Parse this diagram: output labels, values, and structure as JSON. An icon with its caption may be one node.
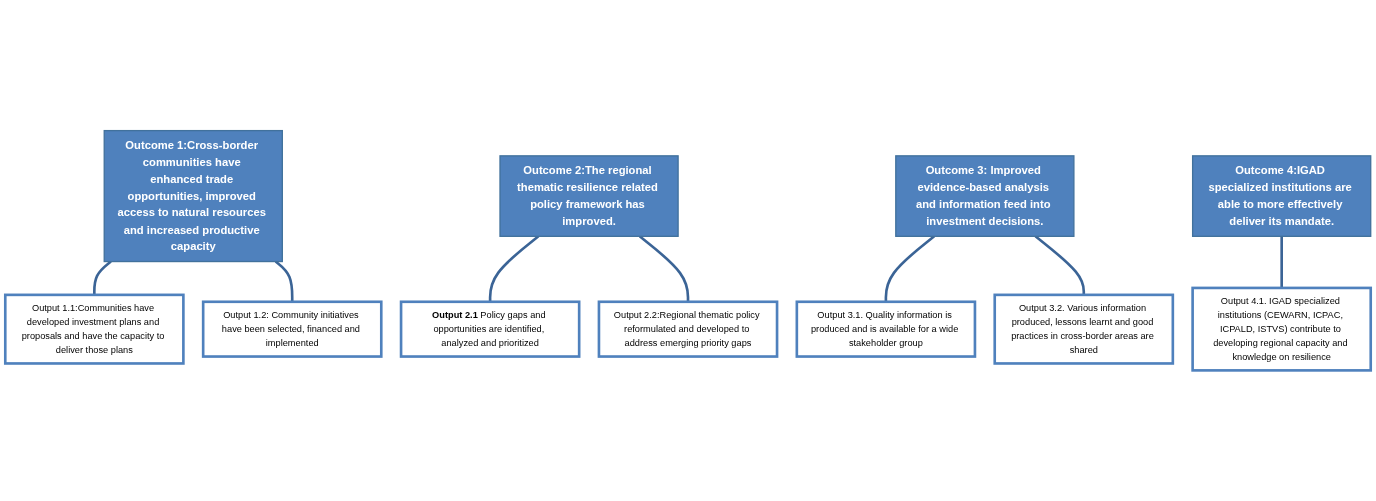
{
  "diagram": {
    "nodes": [
      {
        "text": [
          "Outcome 1:Cross-border communities have enhanced trade opportunities, improved access to natural resources and increased productive capacity"
        ]
      },
      {
        "text": [
          "Output 1.1:Communities have developed investment plans and proposals and have the capacity to deliver those plans"
        ]
      },
      {
        "text": [
          "Output 1.2: Community initiatives have been selected, financed and implemented"
        ]
      },
      {
        "text": [
          "Outcome 2:The regional thematic resilience related policy framework has improved."
        ]
      },
      {
        "text": [
          "**Output 2.1** Policy gaps and opportunities are identified, analyzed and prioritized"
        ]
      },
      {
        "text": [
          "Output 2.2:Regional thematic policy reformulated and developed to address emerging priority gaps"
        ]
      },
      {
        "text": [
          "Outcome 3: Improved evidence-based analysis and information feed into investment decisions."
        ]
      },
      {
        "text": [
          "Output 3.1. Quality information is produced and is available for a wide stakeholder group"
        ]
      },
      {
        "text": [
          "Output 3.2. Various information produced, lessons learnt and good practices in cross-border areas are shared"
        ]
      },
      {
        "text": [
          "Outcome 4:IGAD specialized institutions are able to more effectively deliver its mandate."
        ]
      },
      {
        "text": [
          "Output 4.1. IGAD specialized institutions (CEWARN, ICPAC, ICPALD, ISTVS) contribute to developing regional capacity and knowledge on resilience"
        ]
      }
    ],
    "edges": [
      {
        "from": 0,
        "to": 1,
        "arrow": "none"
      },
      {
        "from": 0,
        "to": 2,
        "arrow": "none"
      },
      {
        "from": 3,
        "to": 4,
        "arrow": "none"
      },
      {
        "from": 3,
        "to": 5,
        "arrow": "none"
      },
      {
        "from": 6,
        "to": 7,
        "arrow": "none"
      },
      {
        "from": 6,
        "to": 8,
        "arrow": "none"
      },
      {
        "from": 9,
        "to": 10,
        "arrow": "none"
      }
    ]
  }
}
